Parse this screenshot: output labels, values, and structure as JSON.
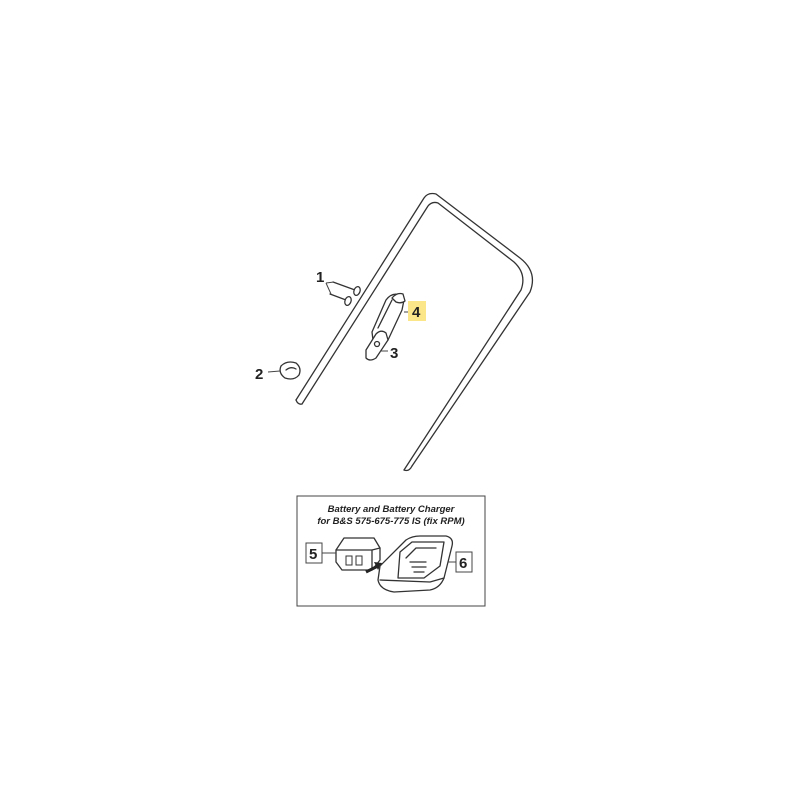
{
  "callouts": [
    {
      "id": "1",
      "label": "1",
      "highlighted": false
    },
    {
      "id": "2",
      "label": "2",
      "highlighted": false
    },
    {
      "id": "3",
      "label": "3",
      "highlighted": false
    },
    {
      "id": "4",
      "label": "4",
      "highlighted": true
    },
    {
      "id": "5",
      "label": "5",
      "highlighted": false
    },
    {
      "id": "6",
      "label": "6",
      "highlighted": false
    }
  ],
  "inset": {
    "title_line1": "Battery and Battery Charger",
    "title_line2": "for B&S 575-675-775 IS (fix RPM)"
  },
  "colors": {
    "highlight": "#fce68a",
    "line": "#333333",
    "background": "#ffffff"
  }
}
